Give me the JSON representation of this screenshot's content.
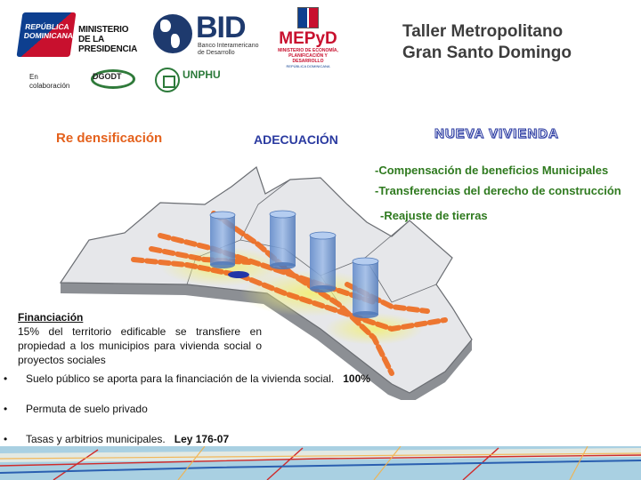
{
  "header": {
    "title_line1": "Taller Metropolitano",
    "title_line2": "Gran Santo Domingo",
    "collab_label": "En colaboración",
    "logos": [
      {
        "name": "republica-dominicana-ministerio-presidencia",
        "text": [
          "REPÚBLICA",
          "DOMINICANA",
          "MINISTERIO",
          "DE LA PRESIDENCIA"
        ]
      },
      {
        "name": "bid",
        "text": [
          "BID",
          "Banco Interamericano",
          "de Desarrollo"
        ]
      },
      {
        "name": "mepyd",
        "text": [
          "MEPyD",
          "MINISTERIO DE ECONOMÍA, PLANIFICACIÓN Y DESARROLLO",
          "REPÚBLICA DOMINICANA"
        ]
      },
      {
        "name": "dgodt",
        "text": [
          "DGODT"
        ]
      },
      {
        "name": "unphu",
        "text": [
          "UNPHU"
        ]
      }
    ]
  },
  "sections": {
    "redensificacion": "Re densificación",
    "adecuacion": "ADECUACIÓN",
    "nueva_vivienda": "NUEVA VIVIENDA"
  },
  "instruments": [
    "-Compensación de beneficios Municipales",
    "-Transferencias del derecho de construcción",
    "-Reajuste de tierras"
  ],
  "financing": {
    "title": "Financiación",
    "body": "15% del territorio edificable se transfiere en propiedad a los municipios para vivienda social o proyectos sociales"
  },
  "bullets": [
    {
      "text": "Suelo público se aporta para la financiación de la vivienda social.",
      "strong": "100%"
    },
    {
      "text": "Permuta de suelo privado",
      "strong": ""
    },
    {
      "text": "Tasas y arbitrios municipales.",
      "strong": "Ley 176-07"
    }
  ],
  "colors": {
    "orange": "#e4611c",
    "blue_title": "#2a3aa0",
    "green": "#2f7a1f",
    "cylinder": "#6f9ad8"
  },
  "map": {
    "cylinder_count": 4
  }
}
